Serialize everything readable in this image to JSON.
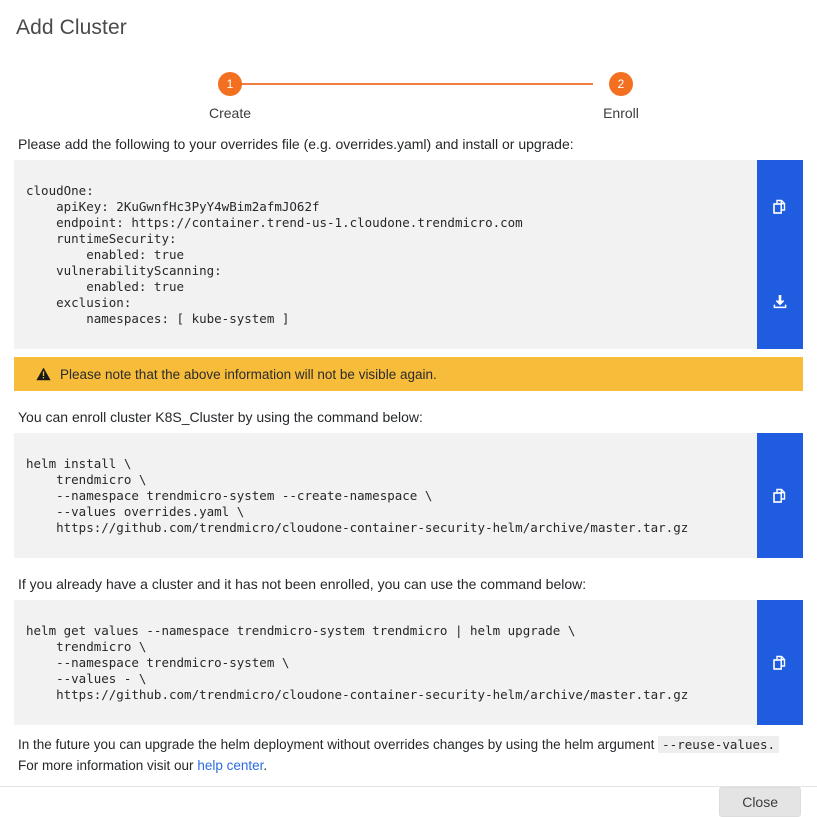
{
  "dialog": {
    "title": "Add Cluster",
    "close_label": "Close"
  },
  "stepper": {
    "accent_color": "#f37021",
    "steps": [
      {
        "number": "1",
        "label": "Create"
      },
      {
        "number": "2",
        "label": "Enroll"
      }
    ]
  },
  "sections": {
    "overrides_intro": "Please add the following to your overrides file (e.g. overrides.yaml) and install or upgrade:",
    "overrides_code": "cloudOne:\n    apiKey: 2KuGwnfHc3PyY4wBim2afmJO62f\n    endpoint: https://container.trend-us-1.cloudone.trendmicro.com\n    runtimeSecurity:\n        enabled: true\n    vulnerabilityScanning:\n        enabled: true\n    exclusion:\n        namespaces: [ kube-system ]",
    "warning_text": "Please note that the above information will not be visible again.",
    "warning_color": "#f8bc3b",
    "enroll_intro": "You can enroll cluster K8S_Cluster by using the command below:",
    "enroll_code": "helm install \\\n    trendmicro \\\n    --namespace trendmicro-system --create-namespace \\\n    --values overrides.yaml \\\n    https://github.com/trendmicro/cloudone-container-security-helm/archive/master.tar.gz",
    "upgrade_intro": "If you already have a cluster and it has not been enrolled, you can use the command below:",
    "upgrade_code": "helm get values --namespace trendmicro-system trendmicro | helm upgrade \\\n    trendmicro \\\n    --namespace trendmicro-system \\\n    --values - \\\n    https://github.com/trendmicro/cloudone-container-security-helm/archive/master.tar.gz"
  },
  "footnote": {
    "text_before": "In the future you can upgrade the helm deployment without overrides changes by using the helm argument",
    "inline_code": "--reuse-values.",
    "text_after": "For more information visit our",
    "link_label": "help center",
    "text_end": ".",
    "link_color": "#2d6ce0"
  },
  "buttons": {
    "copy_label": "copy-icon",
    "download_label": "download-icon",
    "action_color": "#1f5ce0"
  }
}
